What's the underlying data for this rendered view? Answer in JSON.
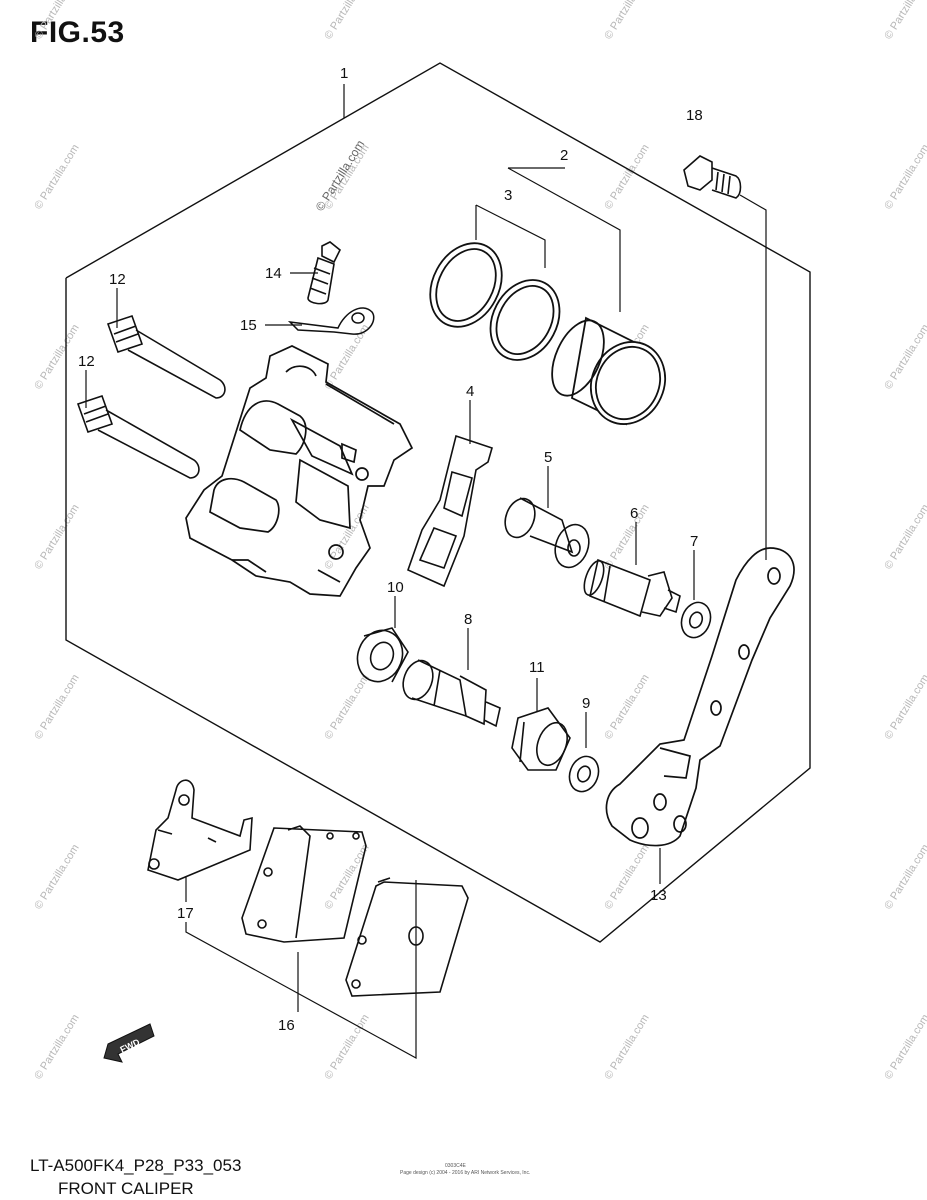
{
  "figure_title": "FIG.53",
  "model_code": "LT-A500FK4_P28_P33_053",
  "subtitle": "FRONT CALIPER",
  "fine_print_line1": "0303C4E",
  "fine_print_line2": "Page design (c) 2004 - 2016 by ARI Network Services, Inc.",
  "watermark_text": "© Partzilla.com",
  "fwd_label": "FWD",
  "callouts": [
    "1",
    "2",
    "3",
    "4",
    "5",
    "6",
    "7",
    "8",
    "9",
    "10",
    "11",
    "12",
    "12",
    "13",
    "14",
    "15",
    "16",
    "17",
    "18"
  ],
  "colors": {
    "ink": "#111111",
    "watermark": "#b8b8b8"
  }
}
